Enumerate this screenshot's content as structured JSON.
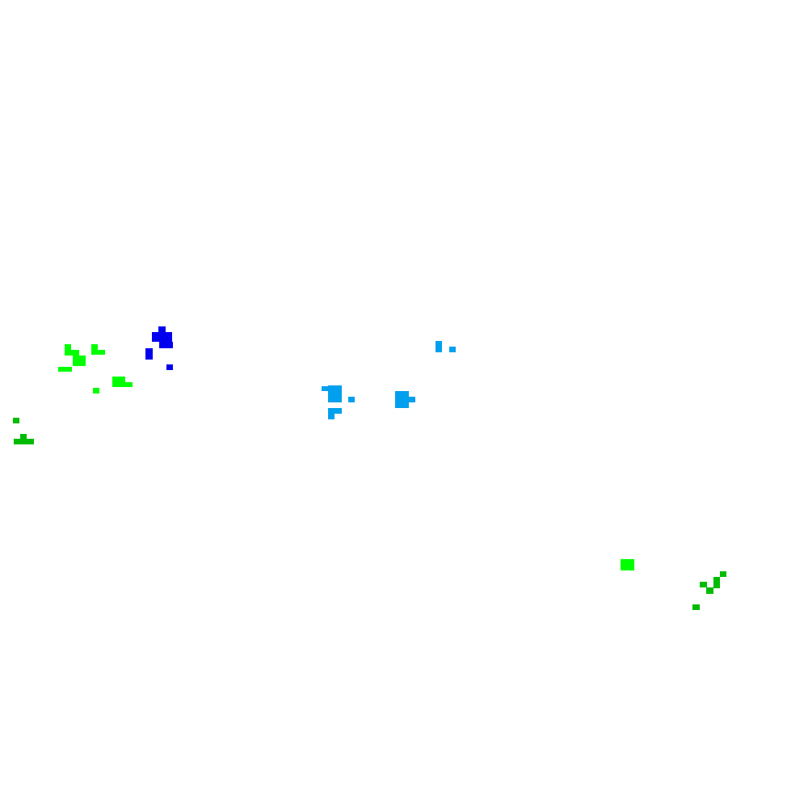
{
  "colors": {
    "background": "#ffffff",
    "bright_green": "#00ff00",
    "mid_green": "#00bb00",
    "blue": "#0000ee",
    "sky_blue": "#00a0ee"
  },
  "clusters": [
    {
      "name": "bright-green-cluster-left",
      "color_key": "bright_green"
    },
    {
      "name": "blue-cluster",
      "color_key": "blue"
    },
    {
      "name": "sky-blue-cluster-center",
      "color_key": "sky_blue"
    },
    {
      "name": "sky-blue-cluster-upper-right",
      "color_key": "sky_blue"
    },
    {
      "name": "mid-green-cluster-left-edge",
      "color_key": "mid_green"
    },
    {
      "name": "bright-green-cluster-right",
      "color_key": "bright_green"
    },
    {
      "name": "mid-green-cluster-right",
      "color_key": "mid_green"
    }
  ]
}
